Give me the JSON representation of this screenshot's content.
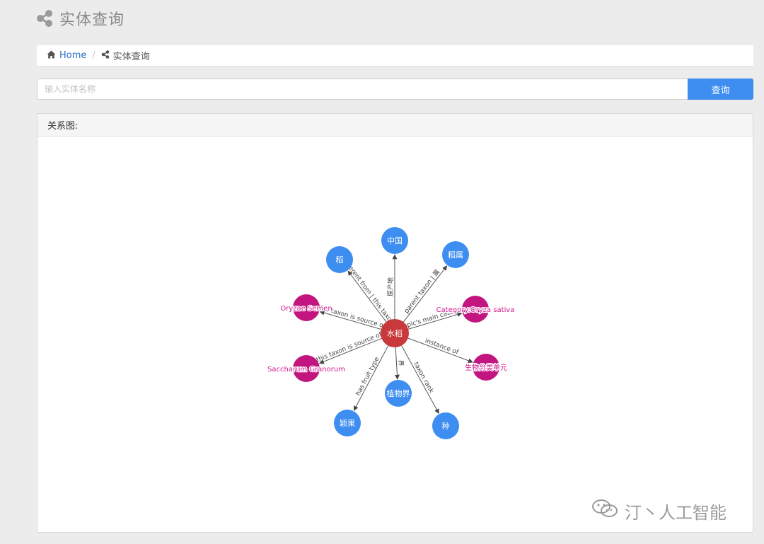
{
  "header": {
    "title": "实体查询",
    "icon": "share-icon"
  },
  "breadcrumb": {
    "home_label": "Home",
    "home_icon": "home-icon",
    "separator": "/",
    "current_label": "实体查询",
    "current_icon": "share-icon"
  },
  "search": {
    "placeholder": "输入实体名称",
    "value": "",
    "button_label": "查询"
  },
  "panel": {
    "heading": "关系图:"
  },
  "graph": {
    "colors": {
      "center": "#c9383a",
      "entity": "#3d8ef0",
      "category": "#c2157f",
      "edge": "#555555"
    },
    "center": {
      "label": "水稻"
    },
    "nodes": [
      {
        "label": "中国",
        "kind": "entity",
        "relation": "原产地"
      },
      {
        "label": "稻属",
        "kind": "entity",
        "relation": "parent taxon | 属"
      },
      {
        "label": "Category:Oryza sativa",
        "kind": "category",
        "relation": "topic's main category"
      },
      {
        "label": "生物分类单元",
        "kind": "category",
        "relation": "instance of"
      },
      {
        "label": "种",
        "kind": "entity",
        "relation": "taxon rank"
      },
      {
        "label": "植物界",
        "kind": "entity",
        "relation": "界"
      },
      {
        "label": "颖果",
        "kind": "entity",
        "relation": "has fruit type"
      },
      {
        "label": "Saccharum Granorum",
        "kind": "category",
        "relation": "this taxon is source of"
      },
      {
        "label": "Oryzae Semen",
        "kind": "category",
        "relation": "this taxon is source of"
      },
      {
        "label": "稻",
        "kind": "entity",
        "relation": "different from | this taxon is"
      }
    ]
  },
  "watermark": {
    "text": "汀丶人工智能",
    "icon": "wechat-icon"
  }
}
